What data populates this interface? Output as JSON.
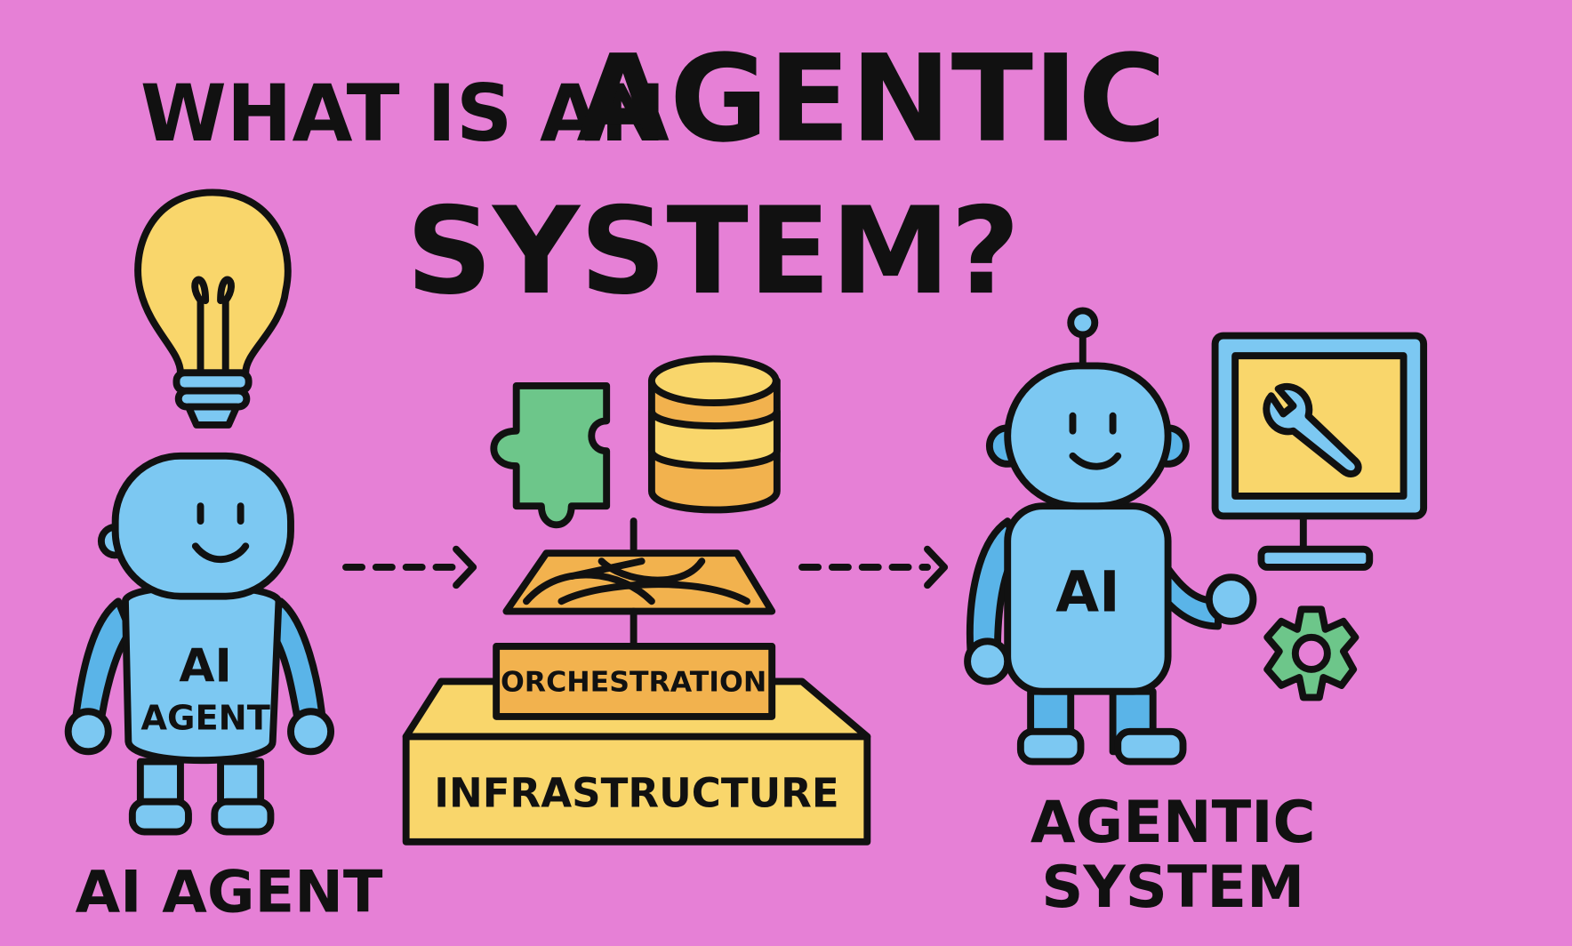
{
  "title": {
    "line1_small": "WHAT IS AN",
    "line1_big": "AGENTIC",
    "line2": "SYSTEM?"
  },
  "left": {
    "robot_chest_line1": "AI",
    "robot_chest_line2": "AGENT",
    "caption": "AI AGENT"
  },
  "middle": {
    "orchestration_label": "ORCHESTRATION",
    "infrastructure_label": "INFRASTRUCTURE"
  },
  "right": {
    "robot_chest": "AI",
    "caption_line1": "AGENTIC",
    "caption_line2": "SYSTEM"
  },
  "colors": {
    "background": "#E680D6",
    "robot_blue": "#7CC8F2",
    "robot_blue_dark": "#5AB4E8",
    "yellow": "#F9D66B",
    "orange": "#F2B24E",
    "green": "#6DC68A",
    "ink": "#111111"
  },
  "icons": [
    "lightbulb-icon",
    "puzzle-piece-icon",
    "database-icon",
    "network-map-icon",
    "monitor-wrench-icon",
    "gear-icon",
    "dashed-arrow-icon"
  ]
}
